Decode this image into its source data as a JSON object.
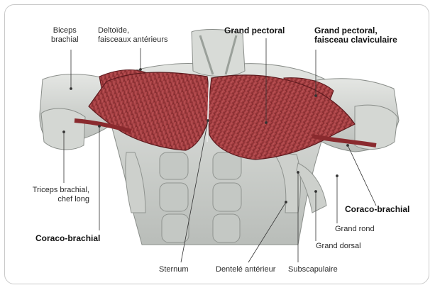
{
  "labels": {
    "biceps": [
      "Biceps",
      "brachial"
    ],
    "deltoide": [
      "Deltoïde,",
      "faisceaux antérieurs"
    ],
    "grand_pectoral": "Grand pectoral",
    "grand_pectoral_clav": [
      "Grand pectoral,",
      "faisceau claviculaire"
    ],
    "triceps": [
      "Triceps brachial,",
      "chef long"
    ],
    "coraco_left": "Coraco-brachial",
    "coraco_right": "Coraco-brachial",
    "grand_rond": "Grand rond",
    "grand_dorsal": "Grand dorsal",
    "sternum": "Sternum",
    "dentele": "Dentelé antérieur",
    "subscapulaire": "Subscapulaire"
  },
  "colors": {
    "muscle_red": "#a63a3c",
    "muscle_dark": "#6e1f23",
    "skin_grey": "#c9ccc9",
    "skin_light": "#e2e4e1",
    "leader": "#333333",
    "frame_border": "#c9c9c9"
  }
}
